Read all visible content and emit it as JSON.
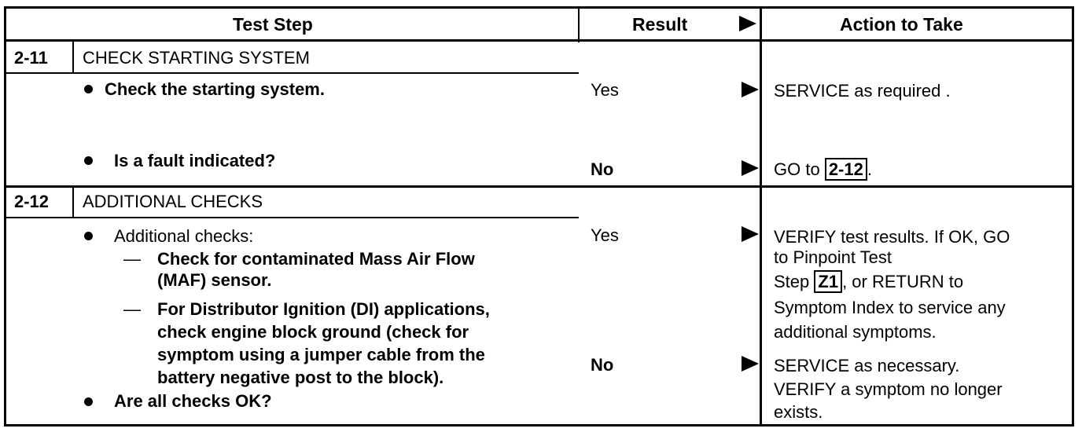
{
  "header": {
    "test_step": "Test Step",
    "result": "Result",
    "action": "Action to Take"
  },
  "steps": [
    {
      "number": "2-11",
      "title": "CHECK STARTING SYSTEM",
      "instructions": [
        "Check the starting system.",
        "Is a fault indicated?"
      ],
      "results": [
        {
          "result": "Yes",
          "action": "SERVICE as required ."
        },
        {
          "result": "No",
          "action_prefix": "GO to",
          "action_ref": "2-12",
          "action_suffix": "."
        }
      ]
    },
    {
      "number": "2-12",
      "title": "ADDITIONAL CHECKS",
      "instructions": {
        "intro": "Additional checks:",
        "sub1": [
          "Check for contaminated Mass Air Flow",
          "(MAF) sensor."
        ],
        "sub2": [
          "For Distributor Ignition (DI) applications,",
          "check engine block ground (check for",
          "symptom using a jumper cable from the",
          "battery negative post to the block)."
        ],
        "question": "Are all checks OK?"
      },
      "results": [
        {
          "result": "Yes",
          "action_lines": [
            "VERIFY test results. If OK, GO",
            "to  Pinpoint Test"
          ],
          "action_step_prefix": "Step",
          "action_ref": "Z1",
          "action_step_suffix": ", or RETURN to",
          "action_lines_after": [
            "Symptom Index to service any",
            "additional symptoms."
          ]
        },
        {
          "result": "No",
          "action_lines": [
            "SERVICE as necessary.",
            "VERIFY a symptom no longer",
            "exists."
          ]
        }
      ]
    }
  ],
  "icons": {
    "arrow": "arrow-right-icon",
    "bullet": "bullet-icon",
    "dash": "em-dash"
  }
}
